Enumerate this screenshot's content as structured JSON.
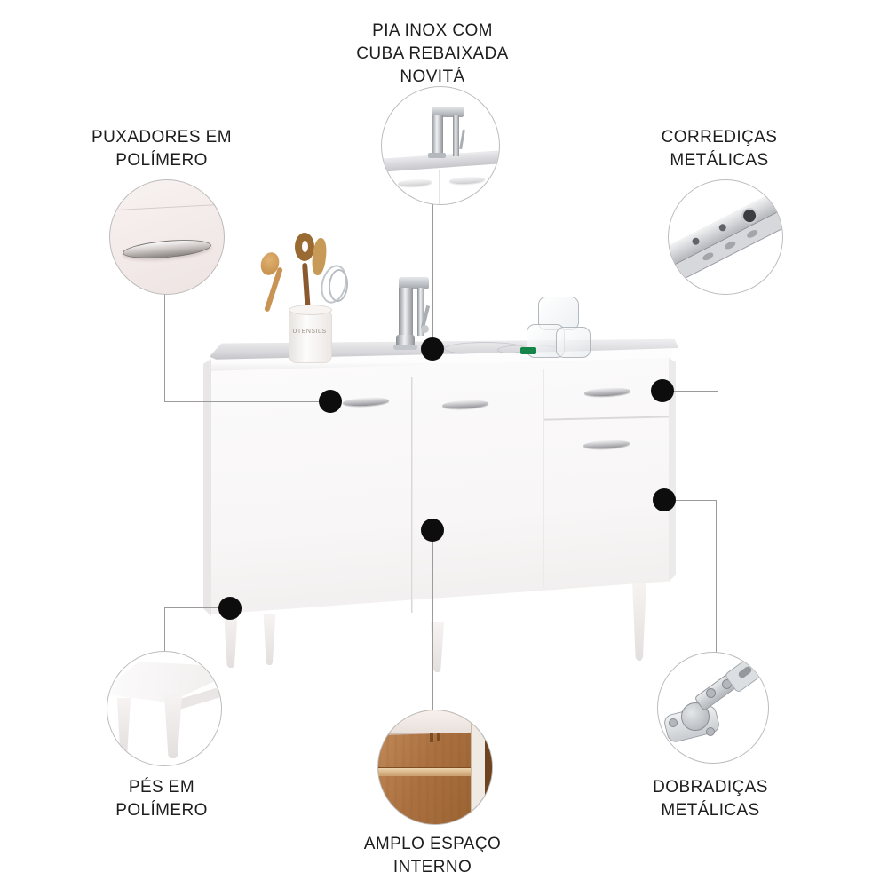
{
  "product_callouts": {
    "sink_top": {
      "lines": [
        "PIA INOX COM",
        "CUBA REBAIXADA",
        "NOVITÁ"
      ]
    },
    "handles": {
      "lines": [
        "PUXADORES EM",
        "POLÍMERO"
      ]
    },
    "slides": {
      "lines": [
        "CORREDIÇAS",
        "METÁLICAS"
      ]
    },
    "feet": {
      "lines": [
        "PÉS EM",
        "POLÍMERO"
      ]
    },
    "interior": {
      "lines": [
        "AMPLO ESPAÇO",
        "INTERNO"
      ]
    },
    "hinges": {
      "lines": [
        "DOBRADIÇAS",
        "METÁLICAS"
      ]
    }
  },
  "product": {
    "utensil_crock_label": "UTENSILS"
  },
  "colors": {
    "text": "#1d1d1d",
    "connector_line": "#9b9b9b",
    "callout_dot": "#0d0d0d",
    "circle_border": "#bcbcbc",
    "stainless_steel": "#c9c9cf",
    "cabinet_white": "#f9f7f7",
    "wood_interior": "#a76a38",
    "sponge_green": "#15854a",
    "wood_utensils": "#c08945"
  }
}
